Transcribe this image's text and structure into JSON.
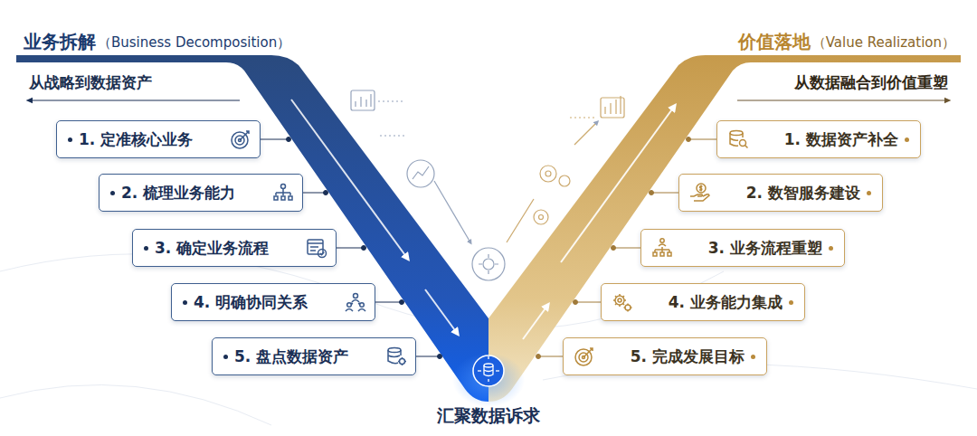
{
  "diagram": {
    "nodes": [
      {
        "text": [
          "1. 定准核心业务"
        ]
      },
      {
        "text": [
          "2. 梳理业务能力"
        ]
      },
      {
        "text": [
          "3. 确定业务流程"
        ]
      },
      {
        "text": [
          "4. 明确协同关系"
        ]
      },
      {
        "text": [
          "5. 盘点数据资产"
        ]
      },
      {
        "text": [
          "1. 数据资产补全"
        ]
      },
      {
        "text": [
          "2. 数智服务建设"
        ]
      },
      {
        "text": [
          "3. 业务流程重塑"
        ]
      },
      {
        "text": [
          "4. 业务能力集成"
        ]
      },
      {
        "text": [
          "5. 完成发展目标"
        ]
      }
    ],
    "labels": [
      "业务拆解",
      "（Business Decomposition）",
      "从战略到数据资产",
      "价值落地",
      "（Value Realization）",
      "从数据融合到价值重塑",
      "汇聚数据诉求"
    ]
  }
}
